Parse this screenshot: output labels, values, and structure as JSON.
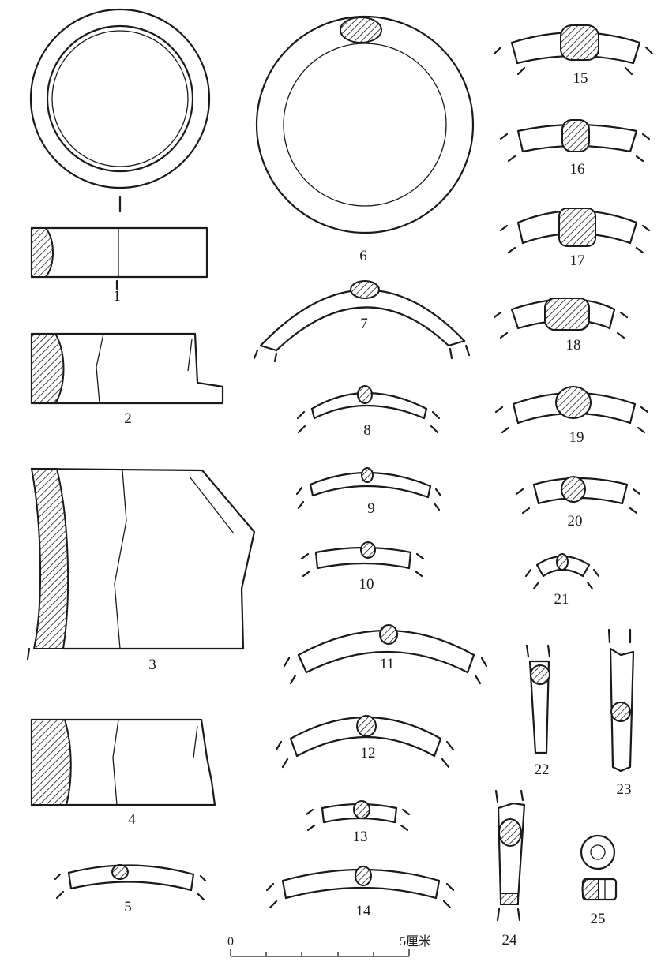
{
  "figure_labels": [
    "1",
    "2",
    "3",
    "4",
    "5",
    "6",
    "7",
    "8",
    "9",
    "10",
    "11",
    "12",
    "13",
    "14",
    "15",
    "16",
    "17",
    "18",
    "19",
    "20",
    "21",
    "22",
    "23",
    "24",
    "25"
  ],
  "scale_bar": {
    "start": "0",
    "end": "5厘米"
  }
}
